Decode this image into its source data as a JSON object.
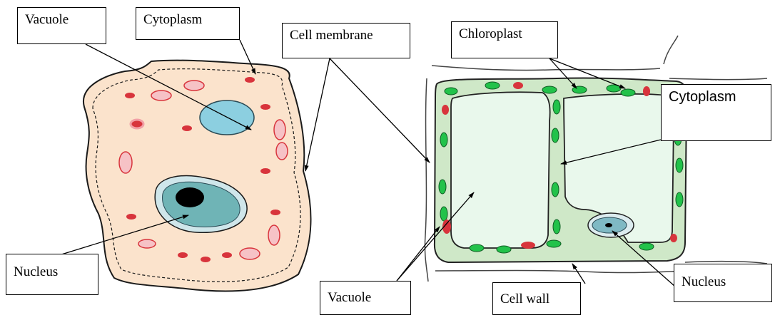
{
  "labels": {
    "vacuole_a": "Vacuole",
    "cytoplasm_a": "Cytoplasm",
    "cell_membrane": "Cell membrane",
    "chloroplast": "Chloroplast",
    "cytoplasm_b": "Cytoplasm",
    "nucleus_a": "Nucleus",
    "vacuole_b": "Vacuole",
    "cell_wall": "Cell wall",
    "nucleus_b": "Nucleus"
  },
  "colors": {
    "animal_cytoplasm": "#fbe3cc",
    "animal_outline": "#1a1a1a",
    "vacuole_blue": "#8ccfe0",
    "nucleus_teal": "#6fb4b6",
    "nucleolus": "#000000",
    "organelle_red": "#d8343c",
    "plant_cytoplasm": "#cfe8c8",
    "plant_vacuole": "#e9f8ec",
    "chloroplast_green": "#22c24a",
    "label_border": "#000000"
  }
}
